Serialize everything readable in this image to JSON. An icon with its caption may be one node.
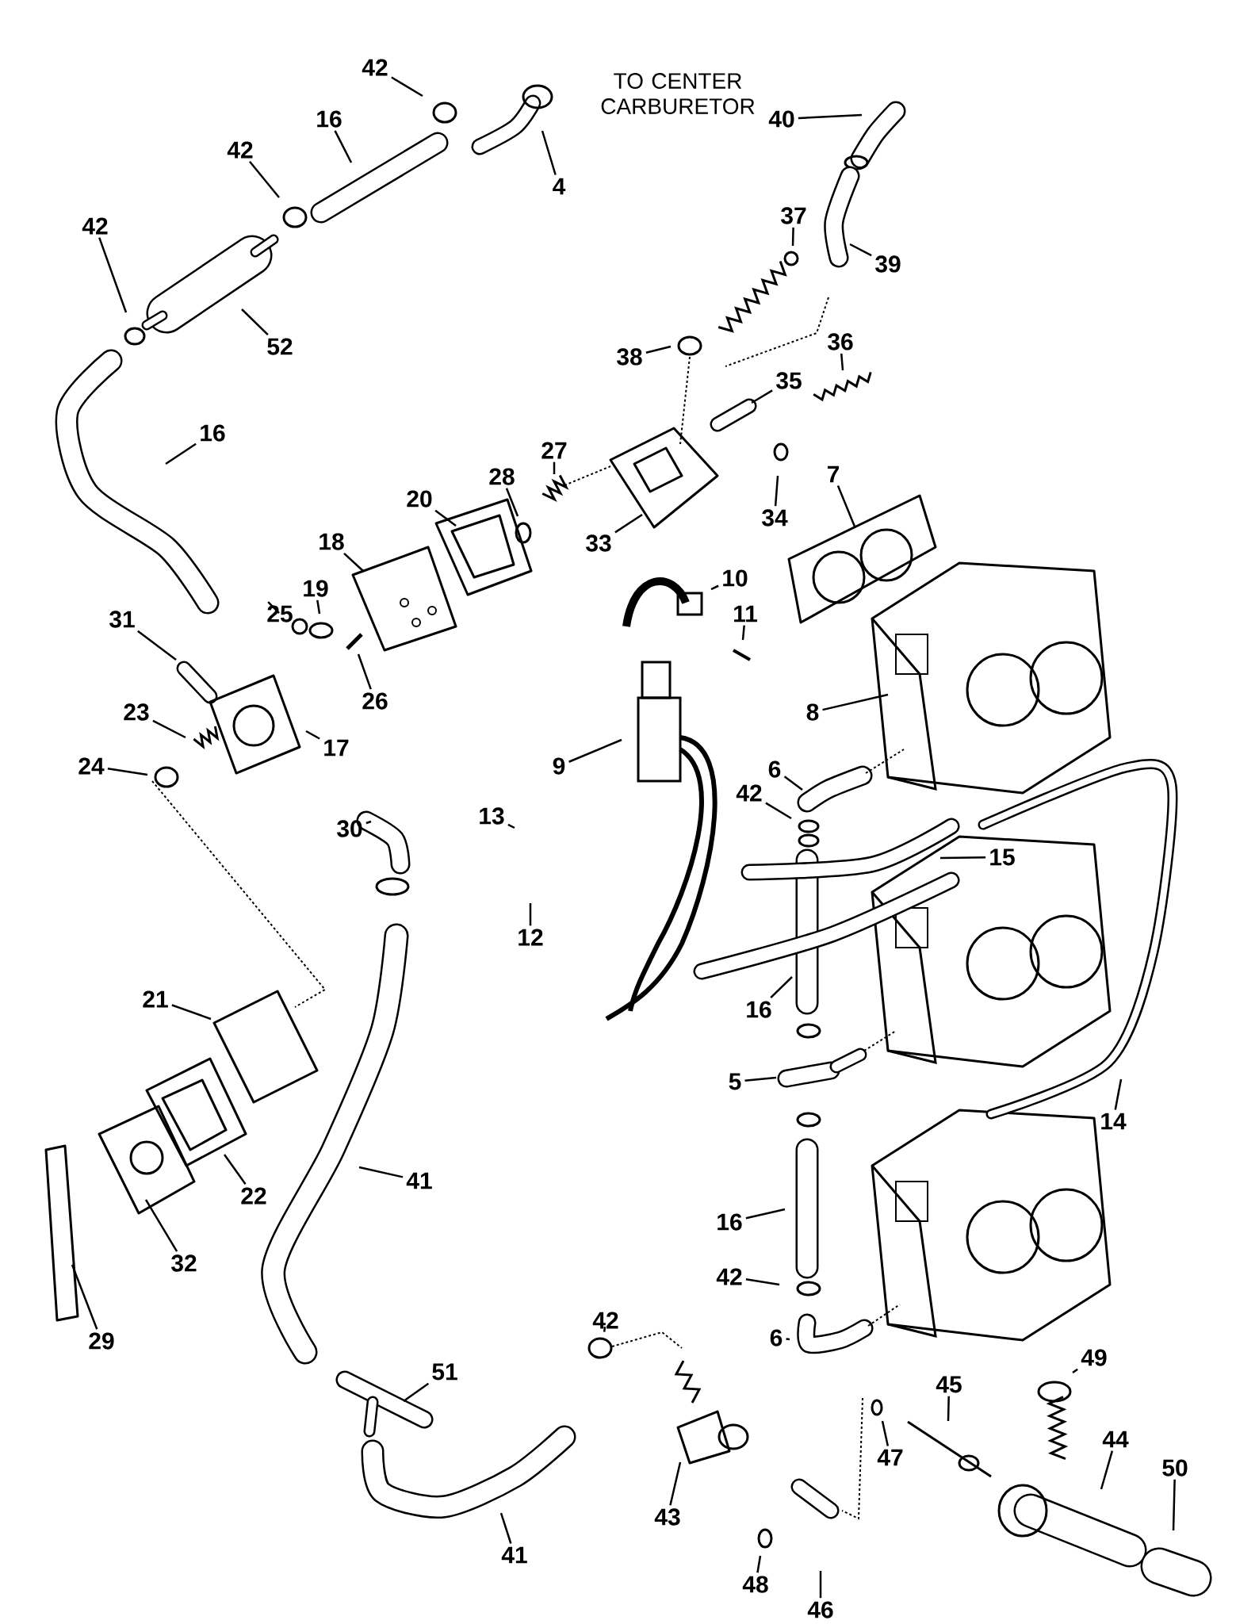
{
  "diagram": {
    "nodes": [
      {
        "text": [
          "42"
        ]
      },
      {
        "text": [
          "4"
        ]
      },
      {
        "text": [
          "16"
        ]
      },
      {
        "text": [
          "42"
        ]
      },
      {
        "text": [
          "42"
        ]
      },
      {
        "text": [
          "52"
        ]
      },
      {
        "text": [
          "16"
        ]
      },
      {
        "text": [
          "40"
        ]
      },
      {
        "text": [
          "39"
        ]
      },
      {
        "text": [
          "37"
        ]
      },
      {
        "text": [
          "38"
        ]
      },
      {
        "text": [
          "36"
        ]
      },
      {
        "text": [
          "35"
        ]
      },
      {
        "text": [
          "34"
        ]
      },
      {
        "text": [
          "27"
        ]
      },
      {
        "text": [
          "28"
        ]
      },
      {
        "text": [
          "33"
        ]
      },
      {
        "text": [
          "7"
        ]
      },
      {
        "text": [
          "20"
        ]
      },
      {
        "text": [
          "18"
        ]
      },
      {
        "text": [
          "10"
        ]
      },
      {
        "text": [
          "11"
        ]
      },
      {
        "text": [
          "19"
        ]
      },
      {
        "text": [
          "25"
        ]
      },
      {
        "text": [
          "26"
        ]
      },
      {
        "text": [
          "31"
        ]
      },
      {
        "text": [
          "8"
        ]
      },
      {
        "text": [
          "17"
        ]
      },
      {
        "text": [
          "23"
        ]
      },
      {
        "text": [
          "24"
        ]
      },
      {
        "text": [
          "6"
        ]
      },
      {
        "text": [
          "9"
        ]
      },
      {
        "text": [
          "30"
        ]
      },
      {
        "text": [
          "13"
        ]
      },
      {
        "text": [
          "42"
        ]
      },
      {
        "text": [
          "12"
        ]
      },
      {
        "text": [
          "15"
        ]
      },
      {
        "text": [
          "16"
        ]
      },
      {
        "text": [
          "14"
        ]
      },
      {
        "text": [
          "5"
        ]
      },
      {
        "text": [
          "21"
        ]
      },
      {
        "text": [
          "22"
        ]
      },
      {
        "text": [
          "41"
        ]
      },
      {
        "text": [
          "32"
        ]
      },
      {
        "text": [
          "29"
        ]
      },
      {
        "text": [
          "16"
        ]
      },
      {
        "text": [
          "42"
        ]
      },
      {
        "text": [
          "6"
        ]
      },
      {
        "text": [
          "42"
        ]
      },
      {
        "text": [
          "51"
        ]
      },
      {
        "text": [
          "41"
        ]
      },
      {
        "text": [
          "43"
        ]
      },
      {
        "text": [
          "48"
        ]
      },
      {
        "text": [
          "46"
        ]
      },
      {
        "text": [
          "47"
        ]
      },
      {
        "text": [
          "45"
        ]
      },
      {
        "text": [
          "49"
        ]
      },
      {
        "text": [
          "44"
        ]
      },
      {
        "text": [
          "50"
        ]
      }
    ],
    "edges": [
      {
        "from": 0,
        "to": null,
        "arrow": "none"
      },
      {
        "from": 1,
        "to": null,
        "arrow": "none"
      },
      {
        "from": 2,
        "to": null,
        "arrow": "none"
      },
      {
        "from": 3,
        "to": null,
        "arrow": "none"
      },
      {
        "from": 4,
        "to": null,
        "arrow": "none"
      },
      {
        "from": 5,
        "to": null,
        "arrow": "none"
      },
      {
        "from": 6,
        "to": null,
        "arrow": "none"
      },
      {
        "from": 7,
        "to": null,
        "arrow": "none"
      },
      {
        "from": 8,
        "to": null,
        "arrow": "none"
      },
      {
        "from": 9,
        "to": null,
        "arrow": "none"
      },
      {
        "from": 10,
        "to": null,
        "arrow": "none"
      },
      {
        "from": 11,
        "to": null,
        "arrow": "none"
      },
      {
        "from": 12,
        "to": null,
        "arrow": "none"
      },
      {
        "from": 13,
        "to": null,
        "arrow": "none"
      },
      {
        "from": 14,
        "to": null,
        "arrow": "none"
      },
      {
        "from": 15,
        "to": null,
        "arrow": "none"
      },
      {
        "from": 16,
        "to": null,
        "arrow": "none"
      },
      {
        "from": 17,
        "to": null,
        "arrow": "none"
      },
      {
        "from": 18,
        "to": null,
        "arrow": "none"
      },
      {
        "from": 19,
        "to": null,
        "arrow": "none"
      },
      {
        "from": 20,
        "to": null,
        "arrow": "none"
      },
      {
        "from": 21,
        "to": null,
        "arrow": "none"
      },
      {
        "from": 22,
        "to": null,
        "arrow": "none"
      },
      {
        "from": 23,
        "to": null,
        "arrow": "none"
      },
      {
        "from": 24,
        "to": null,
        "arrow": "none"
      },
      {
        "from": 25,
        "to": null,
        "arrow": "none"
      },
      {
        "from": 26,
        "to": null,
        "arrow": "none"
      },
      {
        "from": 27,
        "to": null,
        "arrow": "none"
      },
      {
        "from": 28,
        "to": null,
        "arrow": "none"
      },
      {
        "from": 29,
        "to": null,
        "arrow": "none"
      },
      {
        "from": 30,
        "to": null,
        "arrow": "none"
      },
      {
        "from": 31,
        "to": null,
        "arrow": "none"
      },
      {
        "from": 32,
        "to": null,
        "arrow": "none"
      },
      {
        "from": 33,
        "to": null,
        "arrow": "none"
      },
      {
        "from": 34,
        "to": null,
        "arrow": "none"
      },
      {
        "from": 35,
        "to": null,
        "arrow": "none"
      },
      {
        "from": 36,
        "to": null,
        "arrow": "none"
      },
      {
        "from": 37,
        "to": null,
        "arrow": "none"
      },
      {
        "from": 38,
        "to": null,
        "arrow": "none"
      },
      {
        "from": 39,
        "to": null,
        "arrow": "none"
      },
      {
        "from": 40,
        "to": null,
        "arrow": "none"
      },
      {
        "from": 41,
        "to": null,
        "arrow": "none"
      },
      {
        "from": 42,
        "to": null,
        "arrow": "none"
      },
      {
        "from": 43,
        "to": null,
        "arrow": "none"
      },
      {
        "from": 44,
        "to": null,
        "arrow": "none"
      },
      {
        "from": 45,
        "to": null,
        "arrow": "none"
      },
      {
        "from": 46,
        "to": null,
        "arrow": "none"
      },
      {
        "from": 47,
        "to": null,
        "arrow": "none"
      },
      {
        "from": 48,
        "to": null,
        "arrow": "none"
      },
      {
        "from": 49,
        "to": null,
        "arrow": "none"
      },
      {
        "from": 50,
        "to": null,
        "arrow": "none"
      },
      {
        "from": 51,
        "to": null,
        "arrow": "none"
      },
      {
        "from": 52,
        "to": null,
        "arrow": "none"
      },
      {
        "from": 53,
        "to": null,
        "arrow": "none"
      },
      {
        "from": 54,
        "to": null,
        "arrow": "none"
      },
      {
        "from": 55,
        "to": null,
        "arrow": "none"
      },
      {
        "from": 56,
        "to": null,
        "arrow": "none"
      },
      {
        "from": 57,
        "to": null,
        "arrow": "none"
      },
      {
        "from": 58,
        "to": null,
        "arrow": "none"
      }
    ],
    "labels": [
      "TO CENTER CARBURETOR"
    ]
  }
}
